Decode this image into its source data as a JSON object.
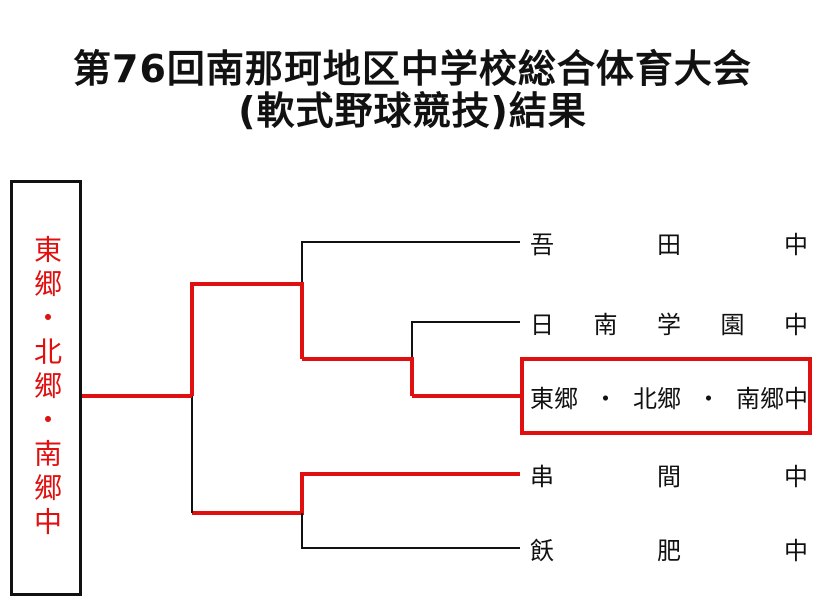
{
  "title": {
    "line1": "第76回南那珂地区中学校総合体育大会",
    "line2": "(軟式野球競技)結果"
  },
  "champion": "東郷・北郷・南郷中",
  "teams": [
    {
      "chars": [
        "吾",
        "田",
        "中"
      ]
    },
    {
      "chars": [
        "日",
        "南",
        "学",
        "園",
        "中"
      ]
    },
    {
      "chars": [
        "東郷",
        "・",
        "北郷",
        "・",
        "南郷中"
      ],
      "winner": true
    },
    {
      "chars": [
        "串",
        "間",
        "中"
      ]
    },
    {
      "chars": [
        "飫",
        "肥",
        "中"
      ]
    }
  ],
  "colors": {
    "winner_line": "#e01010",
    "loser_line": "#111111"
  }
}
